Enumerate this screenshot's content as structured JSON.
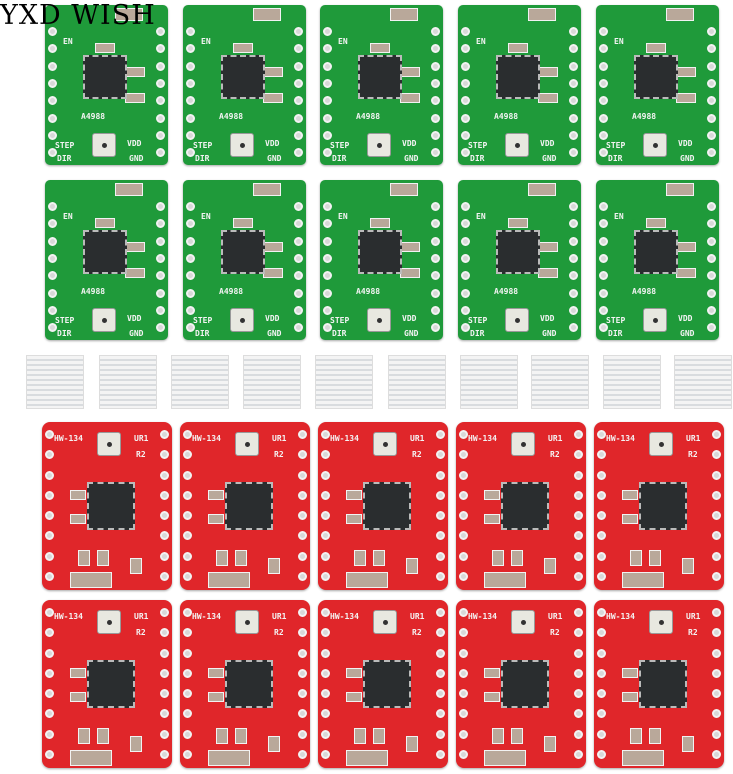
{
  "watermark": "YXD WISH",
  "green_boards": {
    "count": 10,
    "color": "#1f9a3a",
    "labels": {
      "model": "A4988",
      "step": "STEP",
      "dir": "DIR",
      "vdd": "VDD",
      "gnd": "GND",
      "en": "EN"
    }
  },
  "heatsinks": {
    "count": 10,
    "color": "#e6e8ea"
  },
  "red_boards": {
    "count": 10,
    "color": "#e0262a",
    "labels": {
      "model": "HW-134",
      "ur1": "UR1",
      "r2": "R2"
    }
  }
}
